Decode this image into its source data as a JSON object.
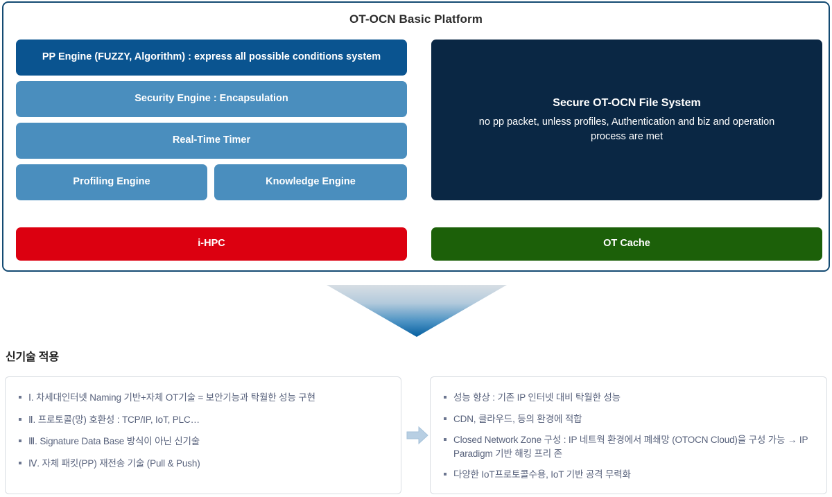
{
  "platform": {
    "title": "OT-OCN Basic Platform",
    "left_column": [
      {
        "label": "PP Engine (FUZZY, Algorithm) : express all possible conditions  system",
        "color": "#0a5490"
      },
      {
        "label": "Security Engine : Encapsulation",
        "color": "#4a8ebe"
      },
      {
        "label": "Real-Time Timer",
        "color": "#4a8ebe"
      },
      {
        "label": "Profiling Engine",
        "color": "#4a8ebe"
      },
      {
        "label": "Knowledge Engine",
        "color": "#4a8ebe"
      }
    ],
    "right_column": {
      "file_system_title": "Secure OT-OCN File System",
      "file_system_desc": "no pp packet, unless profiles, Authentication and biz and operation process are met",
      "color": "#0a2744"
    },
    "footer_boxes": [
      {
        "label": "i-HPC",
        "color": "#dc0010"
      },
      {
        "label": "OT Cache",
        "color": "#1c6009"
      }
    ]
  },
  "flow": {
    "down_arrow_icon": "down-triangle-arrow-icon",
    "down_arrow_color_top": "#d5dde3",
    "down_arrow_color_bottom": "#0a6ba8",
    "right_arrow_icon": "right-arrow-icon",
    "right_arrow_color": "#b8cfe3"
  },
  "new_tech": {
    "heading": "신기술 적용",
    "left_items": [
      "Ⅰ. 차세대인터넷 Naming 기반+자체 OT기술 = 보안기능과 탁월한 성능 구현",
      "Ⅱ. 프로토콜(망) 호환성 : TCP/IP, IoT, PLC…",
      "Ⅲ. Signature Data Base 방식이 아닌 신기술",
      "Ⅳ. 자체 패킷(PP) 재전송 기술   (Pull & Push)"
    ],
    "right_items": [
      "성능 향상 : 기존 IP 인터넷 대비 탁월한 성능",
      "CDN, 클라우드, 등의 환경에 적합",
      "Closed Network Zone 구성 : IP 네트웍 환경에서 폐쇄망 (OTOCN Cloud)을 구성 가능 → IP Paradigm 기반 해킹 프리 존",
      "다양한 IoT프로토콜수용, IoT 기반 공격 무력화"
    ]
  }
}
